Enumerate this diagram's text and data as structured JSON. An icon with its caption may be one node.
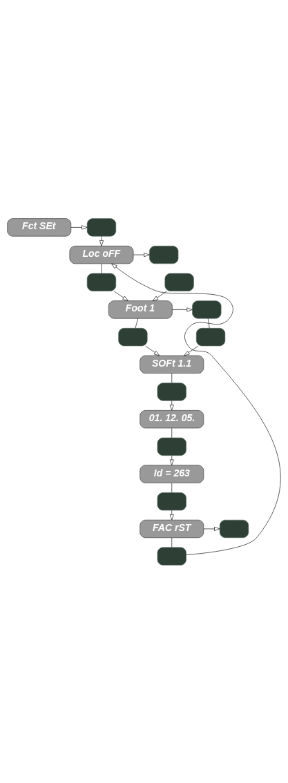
{
  "diagram": {
    "nodes": [
      {
        "text": [
          "Fct SEt"
        ]
      },
      {
        "text": [],
        "shape": "box"
      },
      {
        "text": [
          "Loc oFF"
        ]
      },
      {
        "text": [],
        "shape": "box"
      },
      {
        "text": [],
        "shape": "box"
      },
      {
        "text": [],
        "shape": "box"
      },
      {
        "text": [
          "Foot 1"
        ]
      },
      {
        "text": [],
        "shape": "box"
      },
      {
        "text": [],
        "shape": "box"
      },
      {
        "text": [],
        "shape": "box"
      },
      {
        "text": [
          "SOFt 1.1"
        ]
      },
      {
        "text": [],
        "shape": "box"
      },
      {
        "text": [
          "01. 12. 05."
        ]
      },
      {
        "text": [],
        "shape": "box"
      },
      {
        "text": [
          "Id = 263"
        ]
      },
      {
        "text": [],
        "shape": "box"
      },
      {
        "text": [
          "FAC rST"
        ]
      },
      {
        "text": [],
        "shape": "box"
      },
      {
        "text": [],
        "shape": "box"
      }
    ],
    "edges": [
      {
        "from": 0,
        "to": 1,
        "arrow": "to"
      },
      {
        "from": 1,
        "to": 2,
        "arrow": "to"
      },
      {
        "from": 2,
        "to": 3,
        "arrow": "to"
      },
      {
        "from": 2,
        "to": 4,
        "arrow": "none"
      },
      {
        "from": 4,
        "to": 6,
        "arrow": "to"
      },
      {
        "from": 5,
        "to": 6,
        "arrow": "to"
      },
      {
        "from": 6,
        "to": 7,
        "arrow": "to"
      },
      {
        "from": 7,
        "to": 9,
        "arrow": "none"
      },
      {
        "from": 6,
        "to": 8,
        "arrow": "none"
      },
      {
        "from": 8,
        "to": 10,
        "arrow": "to"
      },
      {
        "from": 9,
        "to": 10,
        "arrow": "to"
      },
      {
        "from": 10,
        "to": 11,
        "arrow": "none"
      },
      {
        "from": 11,
        "to": 12,
        "arrow": "to"
      },
      {
        "from": 12,
        "to": 13,
        "arrow": "none"
      },
      {
        "from": 13,
        "to": 14,
        "arrow": "to"
      },
      {
        "from": 14,
        "to": 15,
        "arrow": "none"
      },
      {
        "from": 15,
        "to": 16,
        "arrow": "to"
      },
      {
        "from": 16,
        "to": 17,
        "arrow": "to"
      },
      {
        "from": 16,
        "to": 18,
        "arrow": "none"
      },
      {
        "from": 18,
        "to": 2,
        "arrow": "to"
      }
    ]
  }
}
